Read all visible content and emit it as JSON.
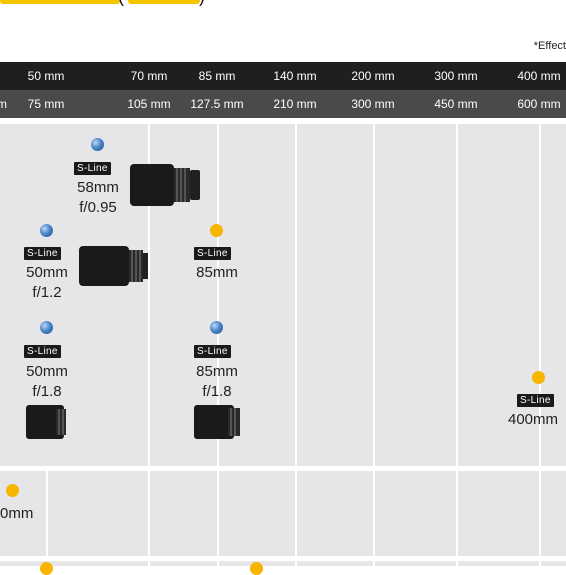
{
  "header": {
    "effect_note": "*Effect",
    "row1": [
      "50 mm",
      "70 mm",
      "85 mm",
      "140 mm",
      "200 mm",
      "300 mm",
      "400 mm"
    ],
    "row2": [
      "m",
      "75 mm",
      "105 mm",
      "127.5 mm",
      "210 mm",
      "300 mm",
      "450 mm",
      "600 mm"
    ]
  },
  "badge_label": "S-Line",
  "lenses": [
    {
      "id": "lens-58mm",
      "line1": "58mm",
      "line2": "f/0.95",
      "dot": "blue"
    },
    {
      "id": "lens-50mm-f12",
      "line1": "50mm",
      "line2": "f/1.2",
      "dot": "blue"
    },
    {
      "id": "lens-85mm-f12",
      "line1": "85mm",
      "dot": "orange"
    },
    {
      "id": "lens-50mm-f18",
      "line1": "50mm",
      "line2": "f/1.8",
      "dot": "blue"
    },
    {
      "id": "lens-85mm-f18",
      "line1": "85mm",
      "line2": "f/1.8",
      "dot": "blue"
    },
    {
      "id": "lens-400mm",
      "line1": "400mm",
      "dot": "orange"
    },
    {
      "id": "lens-partial-left",
      "line1": "0mm",
      "dot": "orange"
    }
  ],
  "colors": {
    "orange": "#f7b500",
    "blue": "#4a86c8",
    "header_dark": "#1f1f1f",
    "header_gray": "#4a4a4a",
    "grid_bg": "#e6e6e8"
  }
}
